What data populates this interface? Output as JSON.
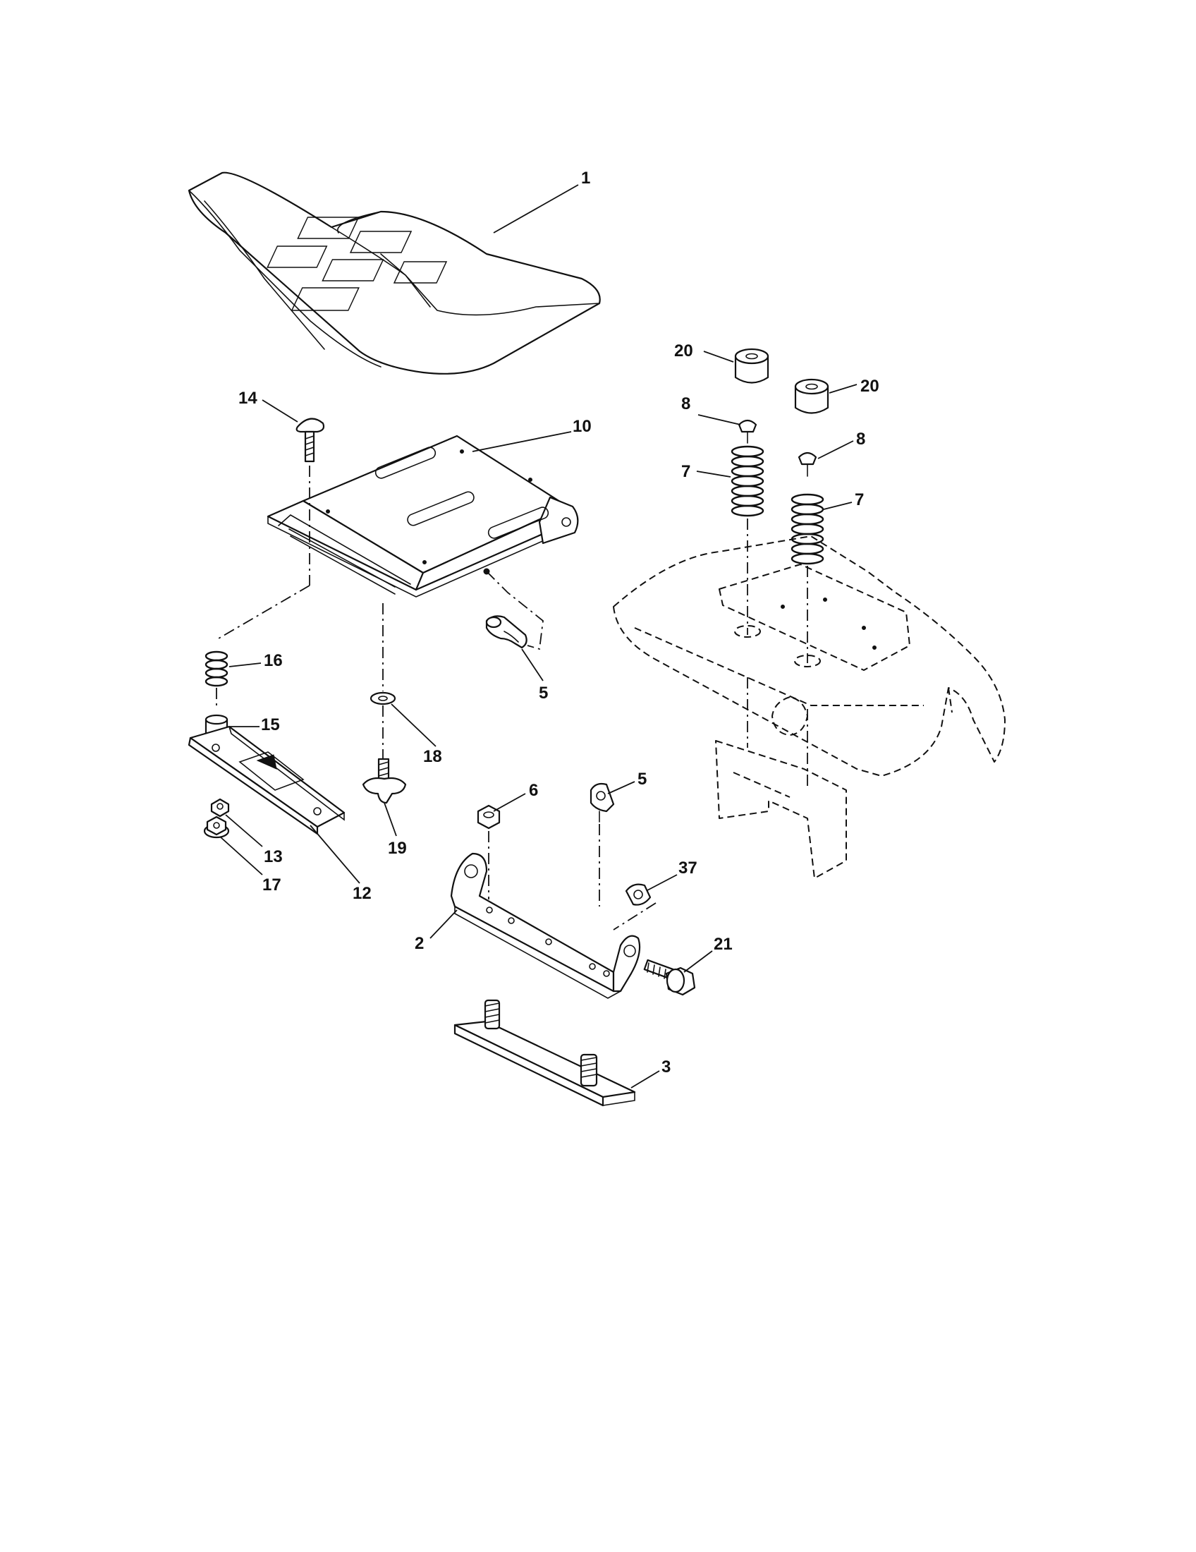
{
  "callouts": {
    "c1": "1",
    "c2": "2",
    "c3": "3",
    "c5a": "5",
    "c5b": "5",
    "c6": "6",
    "c7a": "7",
    "c7b": "7",
    "c8a": "8",
    "c8b": "8",
    "c10": "10",
    "c12": "12",
    "c13": "13",
    "c14": "14",
    "c15": "15",
    "c16": "16",
    "c17": "17",
    "c18": "18",
    "c19": "19",
    "c20a": "20",
    "c20b": "20",
    "c21": "21",
    "c37": "37"
  }
}
